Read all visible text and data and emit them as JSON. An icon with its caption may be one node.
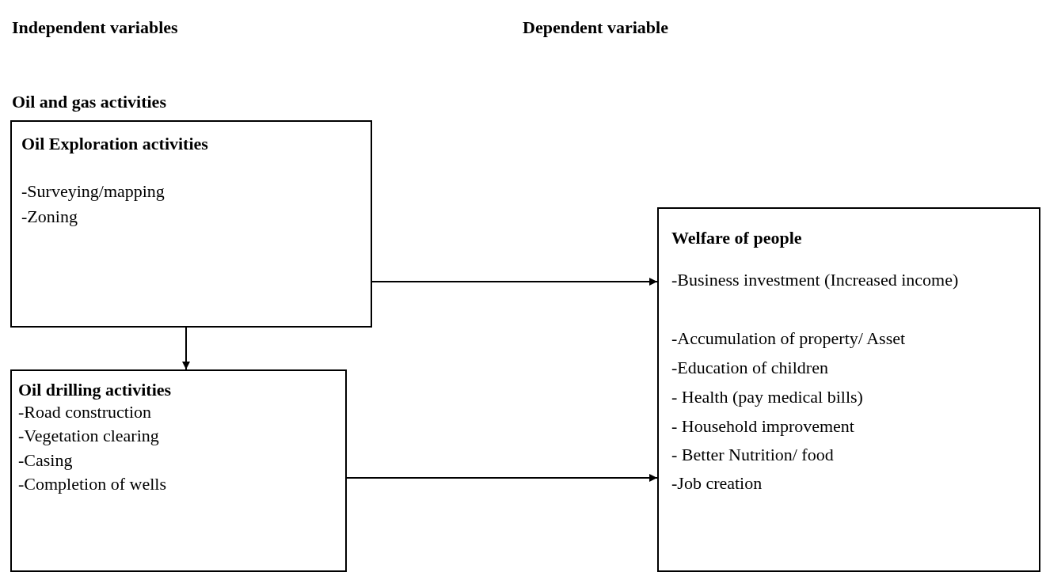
{
  "diagram": {
    "nodes": [
      {
        "text": [
          "Oil Exploration activities",
          "-Surveying/mapping",
          "-Zoning"
        ]
      },
      {
        "text": [
          "Oil drilling activities",
          "-Road construction",
          "-Vegetation clearing",
          "-Casing",
          "-Completion of wells"
        ]
      },
      {
        "text": [
          "Welfare of people",
          "-Business investment (Increased income)",
          "-Accumulation of property/ Asset",
          "-Education of children",
          "- Health (pay medical bills)",
          "- Household improvement",
          "- Better Nutrition/ food",
          "-Job creation"
        ]
      }
    ],
    "edges": [
      {
        "from": 0,
        "to": 2,
        "arrow": "to"
      },
      {
        "from": 0,
        "to": 1,
        "arrow": "to"
      },
      {
        "from": 1,
        "to": 2,
        "arrow": "to"
      }
    ],
    "labels": [
      "Independent variables",
      "Dependent variable",
      "Oil and gas activities"
    ]
  }
}
